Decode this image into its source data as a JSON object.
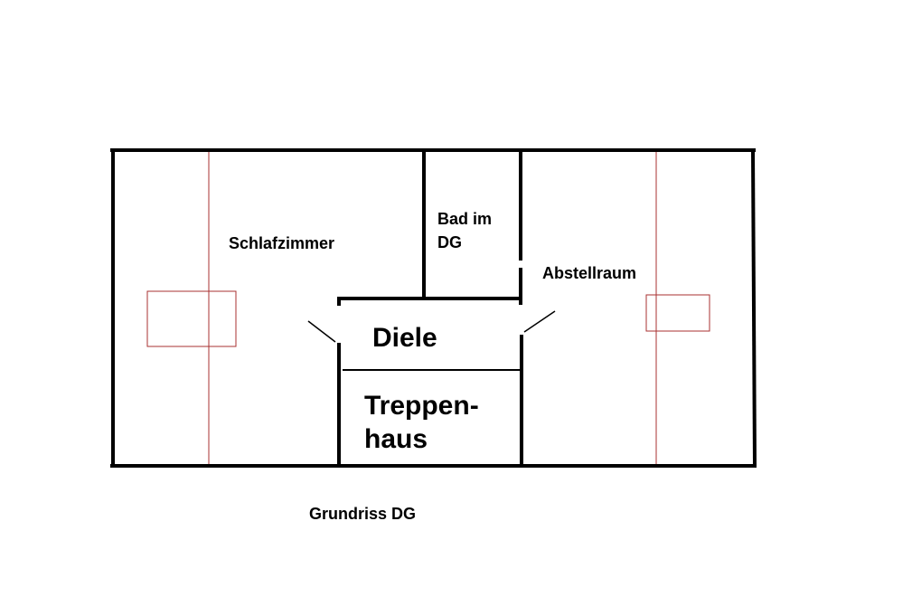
{
  "plan": {
    "caption": "Grundriss DG",
    "rooms": {
      "schlafzimmer": "Schlafzimmer",
      "bad_line1": "Bad im",
      "bad_line2": "DG",
      "abstellraum": "Abstellraum",
      "diele": "Diele",
      "treppenhaus_line1": "Treppen-",
      "treppenhaus_line2": "haus"
    },
    "colors": {
      "wall": "#000000",
      "roof_window": "#a83232"
    }
  }
}
